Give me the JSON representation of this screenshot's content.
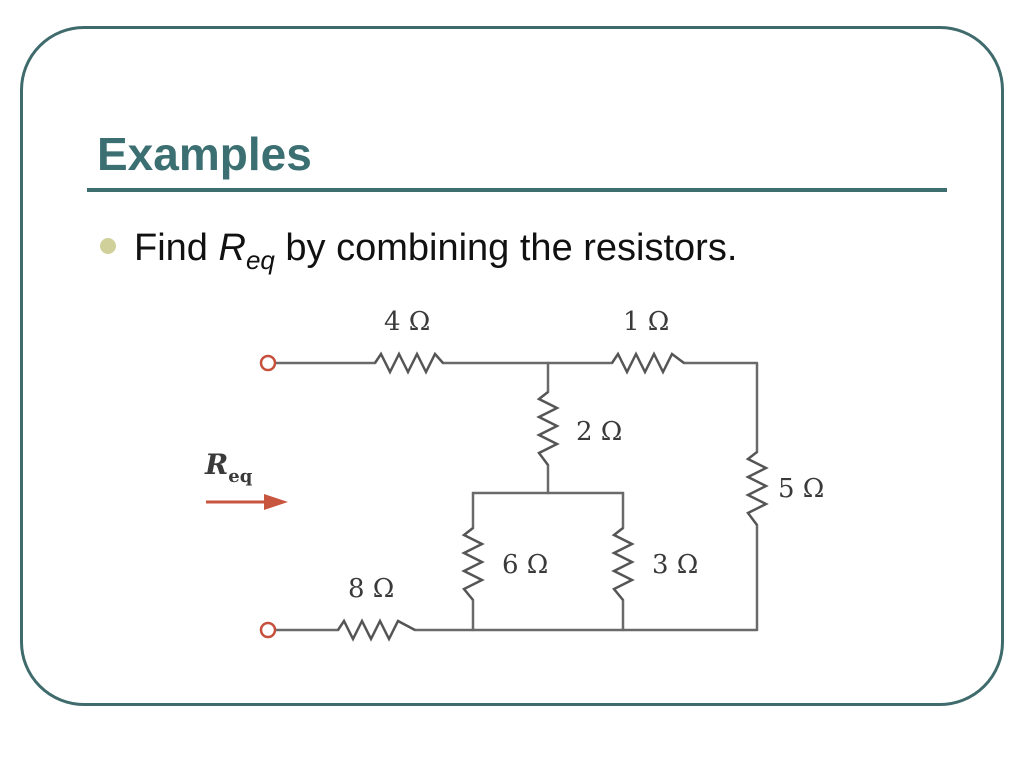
{
  "slide": {
    "title": "Examples",
    "bullet": {
      "prefix": "Find ",
      "variable": "R",
      "subscript": "eq",
      "suffix": " by combining the resistors."
    }
  },
  "circuit": {
    "input_label": {
      "main": "R",
      "sub": "eq"
    },
    "resistors": [
      {
        "id": "r4",
        "label": "4 Ω"
      },
      {
        "id": "r1",
        "label": "1 Ω"
      },
      {
        "id": "r2",
        "label": "2 Ω"
      },
      {
        "id": "r5",
        "label": "5 Ω"
      },
      {
        "id": "r6",
        "label": "6 Ω"
      },
      {
        "id": "r3",
        "label": "3 Ω"
      },
      {
        "id": "r8",
        "label": "8 Ω"
      }
    ]
  },
  "colors": {
    "title": "#3b6f72",
    "frame": "#3f6b6d",
    "bullet_dot": "#cfd09a",
    "terminal_and_arrow": "#c8563f"
  }
}
